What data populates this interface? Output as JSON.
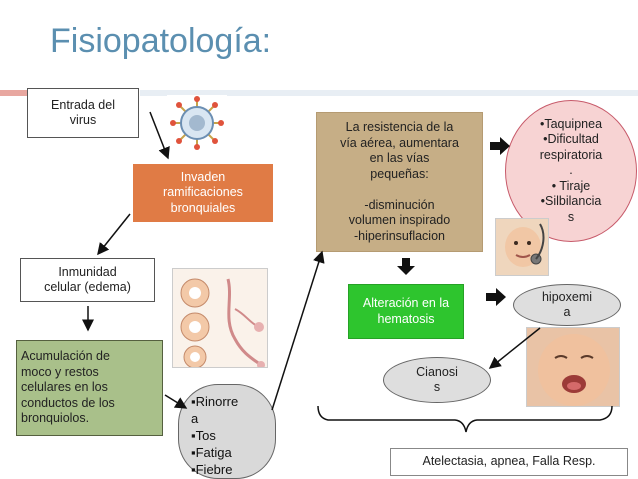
{
  "title": "Fisiopatología:",
  "boxes": {
    "entrada": "Entrada del\nvirus",
    "invaden": "Invaden\nramificaciones\nbronquiales",
    "inmunidad": "Inmunidad\ncelular (edema)",
    "acumulacion": "Acumulación de\nmoco y restos\ncelulares en los\nconductos de los\nbronquiolos.",
    "sintomas": "▪Rinorre\na\n▪Tos\n▪Fatiga\n▪Fiebre",
    "resistencia": "La resistencia de la\nvía aérea, aumentara\nen las vías\npequeñas:\n\n-disminución\nvolumen inspirado\n-hiperinsuflacion",
    "respiratorios": "•Taquipnea\n•Dificultad\nrespiratoria\n.\n• Tiraje\n•Silbilancia\ns",
    "alteracion": "Alteración en la\nhematosis",
    "hipoxemia": "hipoxemi\na",
    "cianosis": "Cianosi\ns",
    "complicaciones": "Atelectasia, apnea, Falla Resp."
  },
  "colors": {
    "title": "#5b8fb0",
    "orange": "#e07b45",
    "tan": "#c6ae86",
    "green": "#2ec52e",
    "olive": "#a9c08a",
    "pink": "#f7d3d3"
  },
  "images": {
    "virus": "virus-illustration",
    "airway": "bronchiole-airway-illustration",
    "baby_stethoscope": "baby-with-stethoscope-photo",
    "baby_crying": "crying-baby-photo"
  }
}
